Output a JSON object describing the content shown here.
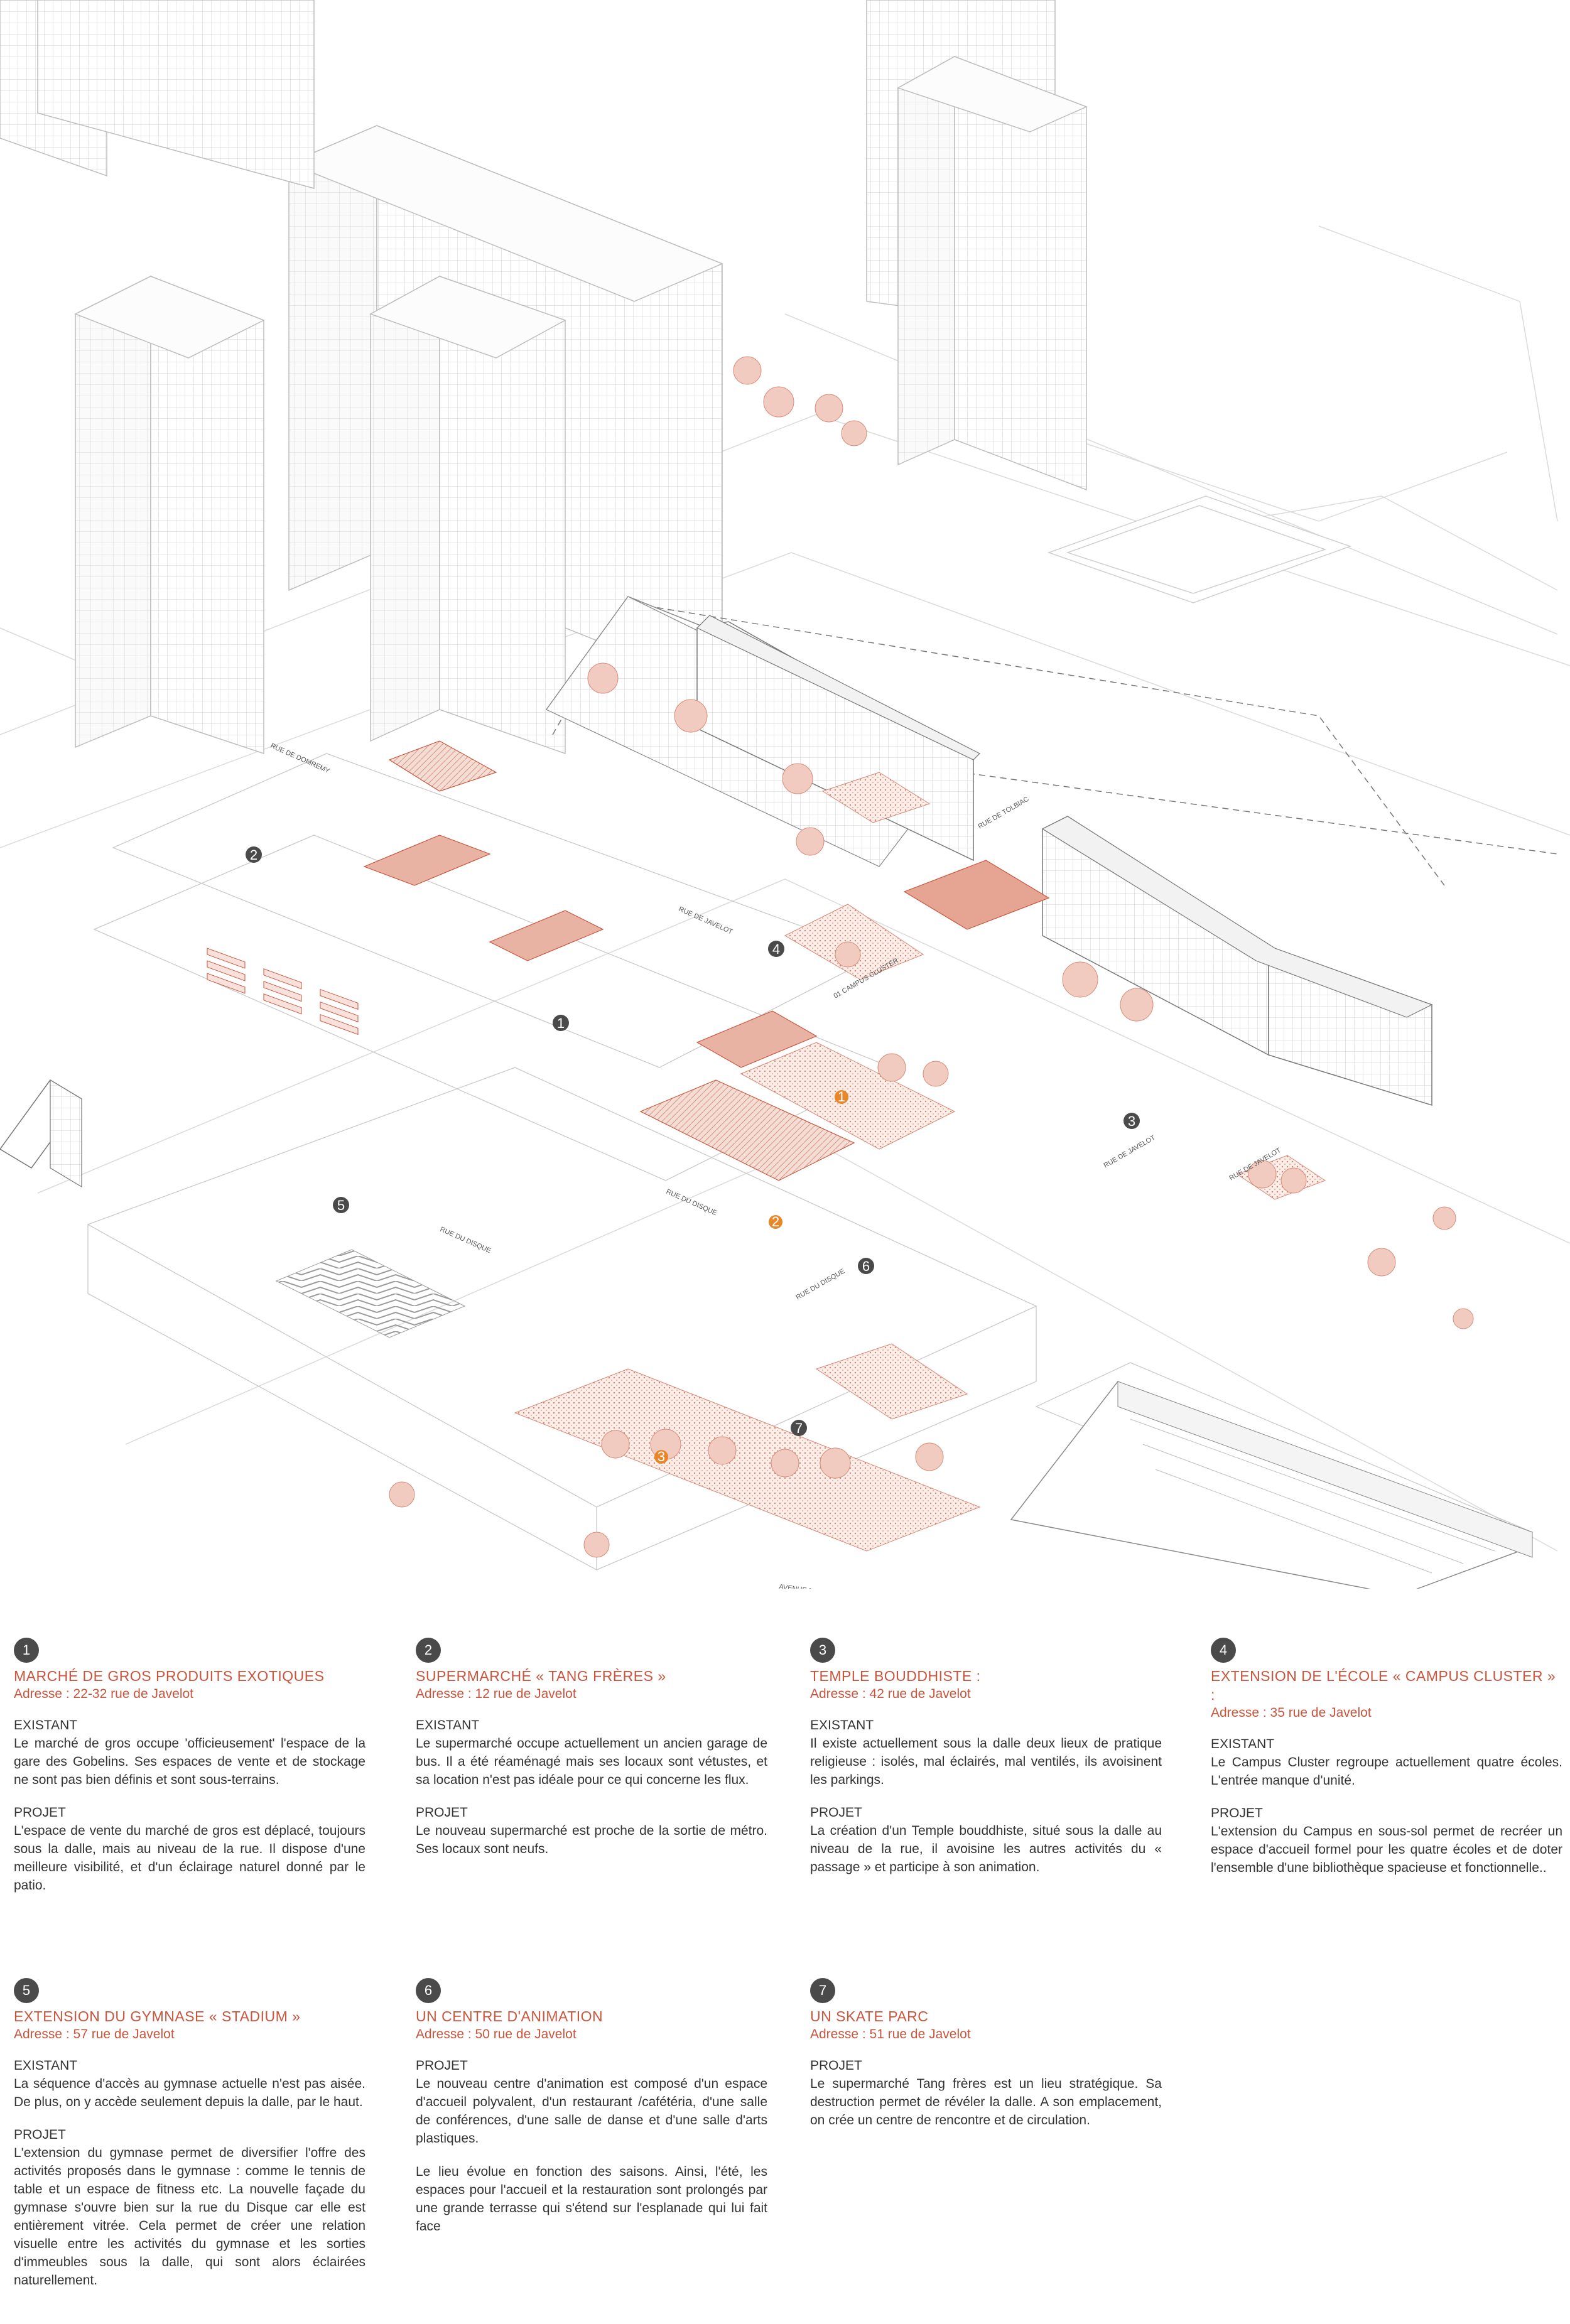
{
  "palette": {
    "accent": "#c8553d",
    "orange_marker": "#e8862a",
    "dark_marker": "#4a4a4a",
    "line": "#bdbdbd",
    "text": "#333333"
  },
  "map": {
    "streets": [
      "RUE DE DOMREMY",
      "RUE DE JAVELOT",
      "RUE DE JAVELOT",
      "RUE DE TOLBIAC",
      "RUE DE JAVELOT",
      "RUE DU DISQUE",
      "RUE DU DISQUE",
      "RUE DU DISQUE",
      "AVENUE D'IVRY"
    ],
    "markers_dark": [
      "1",
      "2",
      "3",
      "4",
      "5",
      "6",
      "7"
    ],
    "markers_orange": [
      "1",
      "2",
      "3"
    ],
    "campus_label": "01 CAMPUS CLUSTER"
  },
  "projects": [
    {
      "num": "1",
      "title": "MARCHÉ DE GROS PRODUITS EXOTIQUES",
      "address": "Adresse : 22-32 rue de Javelot",
      "sections": [
        {
          "heading": "EXISTANT",
          "text": "Le marché de gros occupe 'officieusement' l'espace de la gare des Gobelins. Ses espaces de vente et de stockage ne sont pas bien définis et sont sous-terrains."
        },
        {
          "heading": "PROJET",
          "text": "L'espace de vente du marché de gros est déplacé, toujours sous la dalle, mais au niveau de la rue. Il dispose d'une meilleure visibilité, et d'un éclairage naturel donné par le patio."
        }
      ]
    },
    {
      "num": "2",
      "title": "SUPERMARCHÉ « TANG FRÈRES »",
      "address": "Adresse : 12 rue de Javelot",
      "sections": [
        {
          "heading": "EXISTANT",
          "text": "Le supermarché occupe actuellement un ancien garage de bus. Il a été réaménagé mais ses locaux sont vétustes, et sa location n'est pas idéale pour ce qui concerne les flux."
        },
        {
          "heading": "PROJET",
          "text": "Le nouveau supermarché est proche de la sortie de métro. Ses locaux sont neufs."
        }
      ]
    },
    {
      "num": "3",
      "title": "TEMPLE BOUDDHISTE :",
      "address": "Adresse : 42 rue de Javelot",
      "sections": [
        {
          "heading": "EXISTANT",
          "text": "Il existe actuellement sous la dalle deux lieux de pratique religieuse : isolés, mal éclairés, mal ventilés, ils avoisinent les parkings."
        },
        {
          "heading": "PROJET",
          "text": "La création d'un Temple bouddhiste, situé sous la dalle au niveau de la rue, il avoisine les autres activités du « passage » et participe à son animation."
        }
      ]
    },
    {
      "num": "4",
      "title": "EXTENSION DE L'ÉCOLE « CAMPUS CLUSTER » :",
      "address": "Adresse : 35 rue de Javelot",
      "sections": [
        {
          "heading": "EXISTANT",
          "text": "Le Campus Cluster regroupe actuellement quatre écoles. L'entrée manque d'unité."
        },
        {
          "heading": "PROJET",
          "text": "L'extension du Campus en sous-sol permet de recréer un espace d'accueil formel pour les quatre écoles et de doter l'ensemble d'une bibliothèque spacieuse et fonctionnelle.."
        }
      ]
    },
    {
      "num": "5",
      "title": "EXTENSION DU GYMNASE « STADIUM »",
      "address": "Adresse : 57 rue de Javelot",
      "sections": [
        {
          "heading": "EXISTANT",
          "text": "La séquence d'accès au gymnase actuelle n'est pas aisée. De plus, on y accède seulement depuis la dalle, par le haut."
        },
        {
          "heading": "PROJET",
          "text": "L'extension du gymnase permet de diversifier l'offre des activités proposés dans le gymnase : comme le tennis de table et un espace de fitness etc. La nouvelle façade du gymnase s'ouvre bien sur la rue du Disque car elle est entièrement vitrée. Cela permet de créer une relation visuelle entre les activités du gymnase et les sorties d'immeubles sous la dalle, qui sont alors éclairées naturellement."
        }
      ]
    },
    {
      "num": "6",
      "title": "UN CENTRE D'ANIMATION",
      "address": "Adresse : 50 rue de Javelot",
      "sections": [
        {
          "heading": "PROJET",
          "text": "Le nouveau centre d'animation est composé d'un espace d'accueil polyvalent, d'un restaurant /cafétéria, d'une salle de conférences, d'une salle de danse et d'une salle d'arts plastiques."
        },
        {
          "heading": "",
          "text": "Le lieu évolue en fonction des saisons. Ainsi, l'été, les espaces pour l'accueil et la restauration sont prolongés par une grande terrasse qui s'étend sur l'esplanade qui lui fait face"
        }
      ]
    },
    {
      "num": "7",
      "title": "UN SKATE PARC",
      "address": "Adresse : 51 rue de Javelot",
      "sections": [
        {
          "heading": "PROJET",
          "text": "Le supermarché Tang frères est un lieu stratégique. Sa destruction permet de révéler la dalle. A son emplacement, on crée un centre de rencontre et de circulation."
        }
      ]
    }
  ]
}
